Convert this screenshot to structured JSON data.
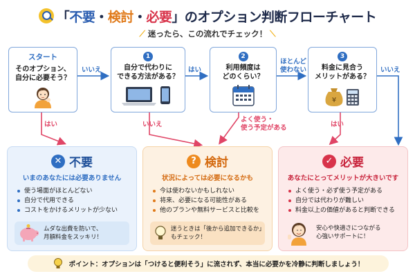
{
  "header": {
    "title_open": "「",
    "title_w1": "不要",
    "title_dot1": "・",
    "title_w2": "検討",
    "title_dot2": "・",
    "title_w3": "必要",
    "title_rest": "」のオプション判断フローチャート",
    "subtitle": "迷ったら、この流れでチェック！"
  },
  "steps": [
    {
      "label": "スタート",
      "text1": "そのオプション、",
      "text2": "自分に必要そう？"
    },
    {
      "number": "1",
      "text1": "自分で代わりに",
      "text2": "できる方法がある？"
    },
    {
      "number": "2",
      "text1": "利用頻度は",
      "text2": "どのくらい？"
    },
    {
      "number": "3",
      "text1": "料金に見合う",
      "text2": "メリットがある？"
    }
  ],
  "edges": {
    "e_start_1": "いいえ",
    "e_1_2": "はい",
    "e_2_3_a": "ほとんど",
    "e_2_3_b": "使わない",
    "e_3_right": "いいえ",
    "e_start_down": "はい",
    "e_1_down": "いいえ",
    "e_2_down_a": "よく使う・",
    "e_2_down_b": "使う予定がある",
    "e_3_down": "はい"
  },
  "results": {
    "unneeded": {
      "icon_glyph": "✕",
      "title": "不要",
      "subtitle": "いまのあなたには必要ありません",
      "items": [
        "使う場面がほとんどない",
        "自分で代用できる",
        "コストをかけるメリットが少ない"
      ],
      "note1": "ムダな出費を防いで、",
      "note2": "月額料金をスッキリ！"
    },
    "consider": {
      "icon_glyph": "?",
      "title": "検討",
      "subtitle": "状況によっては必要になるかも",
      "items": [
        "今は使わないかもしれない",
        "将来、必要になる可能性がある",
        "他のプランや無料サービスと比較を"
      ],
      "note1": "迷うときは「後から追加できるか」",
      "note2": "もチェック！"
    },
    "needed": {
      "icon_glyph": "✓",
      "title": "必要",
      "subtitle": "あなたにとってメリットが大きいです",
      "items": [
        "よく使う・必ず使う予定がある",
        "自分では代わりが難しい",
        "料金以上の価値があると判断できる"
      ],
      "note1": "安心や快適さにつながる",
      "note2": "心強いサポートに！"
    }
  },
  "footer": {
    "text": "ポイント：オプションは「つけると便利そう」に流されず、本当に必要かを冷静に判断しましょう！"
  },
  "colors": {
    "blue": "#2f6ec2",
    "orange": "#e07a1a",
    "red": "#d8334a",
    "pink_arrow": "#e04566"
  }
}
